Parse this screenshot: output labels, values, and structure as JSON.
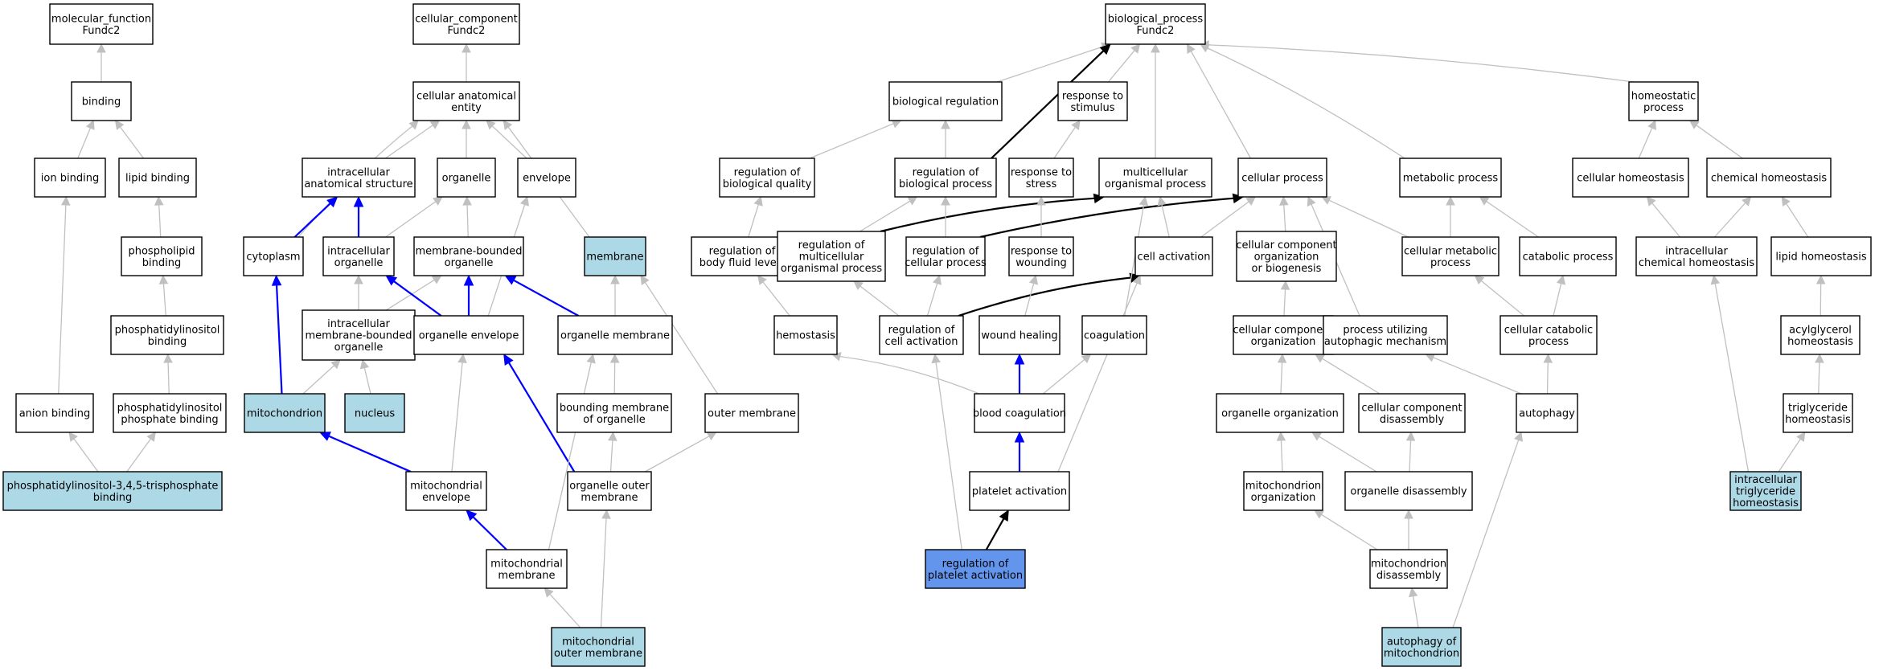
{
  "colors": {
    "default_fill": "#ffffff",
    "annotated_fill": "#add8e6",
    "focus_fill": "#6495ed",
    "is_a_edge": "#c0c0c0",
    "part_of_edge": "#0000ff",
    "regulates_edge": "#000000"
  },
  "nodes": [
    {
      "id": "mf",
      "lines": [
        "molecular_function",
        "Fundc2"
      ],
      "style": "default"
    },
    {
      "id": "binding",
      "lines": [
        "binding"
      ],
      "style": "default"
    },
    {
      "id": "ion_binding",
      "lines": [
        "ion binding"
      ],
      "style": "default"
    },
    {
      "id": "lipid_binding",
      "lines": [
        "lipid binding"
      ],
      "style": "default"
    },
    {
      "id": "phospholipid_binding",
      "lines": [
        "phospholipid",
        "binding"
      ],
      "style": "default"
    },
    {
      "id": "pi_binding",
      "lines": [
        "phosphatidylinositol",
        "binding"
      ],
      "style": "default"
    },
    {
      "id": "anion_binding",
      "lines": [
        "anion binding"
      ],
      "style": "default"
    },
    {
      "id": "pip_binding",
      "lines": [
        "phosphatidylinositol",
        "phosphate binding"
      ],
      "style": "default"
    },
    {
      "id": "pip3_binding",
      "lines": [
        "phosphatidylinositol-3,4,5-trisphosphate",
        "binding"
      ],
      "style": "annotated"
    },
    {
      "id": "cc",
      "lines": [
        "cellular_component",
        "Fundc2"
      ],
      "style": "default"
    },
    {
      "id": "cae",
      "lines": [
        "cellular anatomical",
        "entity"
      ],
      "style": "default"
    },
    {
      "id": "ias",
      "lines": [
        "intracellular",
        "anatomical structure"
      ],
      "style": "default"
    },
    {
      "id": "organelle",
      "lines": [
        "organelle"
      ],
      "style": "default"
    },
    {
      "id": "envelope",
      "lines": [
        "envelope"
      ],
      "style": "default"
    },
    {
      "id": "cytoplasm",
      "lines": [
        "cytoplasm"
      ],
      "style": "default"
    },
    {
      "id": "intra_org",
      "lines": [
        "intracellular",
        "organelle"
      ],
      "style": "default"
    },
    {
      "id": "mbo",
      "lines": [
        "membrane-bounded",
        "organelle"
      ],
      "style": "default"
    },
    {
      "id": "membrane",
      "lines": [
        "membrane"
      ],
      "style": "annotated"
    },
    {
      "id": "imbo",
      "lines": [
        "intracellular",
        "membrane-bounded",
        "organelle"
      ],
      "style": "default"
    },
    {
      "id": "org_env",
      "lines": [
        "organelle envelope"
      ],
      "style": "default"
    },
    {
      "id": "org_mem",
      "lines": [
        "organelle membrane"
      ],
      "style": "default"
    },
    {
      "id": "mitochondrion",
      "lines": [
        "mitochondrion"
      ],
      "style": "annotated"
    },
    {
      "id": "nucleus",
      "lines": [
        "nucleus"
      ],
      "style": "annotated"
    },
    {
      "id": "bmo",
      "lines": [
        "bounding membrane",
        "of organelle"
      ],
      "style": "default"
    },
    {
      "id": "outer_mem",
      "lines": [
        "outer membrane"
      ],
      "style": "default"
    },
    {
      "id": "mito_env",
      "lines": [
        "mitochondrial",
        "envelope"
      ],
      "style": "default"
    },
    {
      "id": "oom",
      "lines": [
        "organelle outer",
        "membrane"
      ],
      "style": "default"
    },
    {
      "id": "mito_mem",
      "lines": [
        "mitochondrial",
        "membrane"
      ],
      "style": "default"
    },
    {
      "id": "momem",
      "lines": [
        "mitochondrial",
        "outer membrane"
      ],
      "style": "annotated"
    },
    {
      "id": "bp",
      "lines": [
        "biological_process",
        "Fundc2"
      ],
      "style": "default"
    },
    {
      "id": "bio_reg",
      "lines": [
        "biological regulation"
      ],
      "style": "default"
    },
    {
      "id": "resp_stim",
      "lines": [
        "response to",
        "stimulus"
      ],
      "style": "default"
    },
    {
      "id": "homeo_proc",
      "lines": [
        "homeostatic",
        "process"
      ],
      "style": "default"
    },
    {
      "id": "reg_bq",
      "lines": [
        "regulation of",
        "biological quality"
      ],
      "style": "default"
    },
    {
      "id": "reg_bp",
      "lines": [
        "regulation of",
        "biological process"
      ],
      "style": "default"
    },
    {
      "id": "resp_stress",
      "lines": [
        "response to",
        "stress"
      ],
      "style": "default"
    },
    {
      "id": "multi_org",
      "lines": [
        "multicellular",
        "organismal process"
      ],
      "style": "default"
    },
    {
      "id": "cell_proc",
      "lines": [
        "cellular process"
      ],
      "style": "default"
    },
    {
      "id": "metab",
      "lines": [
        "metabolic process"
      ],
      "style": "default"
    },
    {
      "id": "cell_homeo",
      "lines": [
        "cellular homeostasis"
      ],
      "style": "default"
    },
    {
      "id": "chem_homeo",
      "lines": [
        "chemical homeostasis"
      ],
      "style": "default"
    },
    {
      "id": "reg_bfl",
      "lines": [
        "regulation of",
        "body fluid levels"
      ],
      "style": "default"
    },
    {
      "id": "reg_mop",
      "lines": [
        "regulation of",
        "multicellular",
        "organismal process"
      ],
      "style": "default"
    },
    {
      "id": "reg_cp",
      "lines": [
        "regulation of",
        "cellular process"
      ],
      "style": "default"
    },
    {
      "id": "resp_wound",
      "lines": [
        "response to",
        "wounding"
      ],
      "style": "default"
    },
    {
      "id": "cell_act",
      "lines": [
        "cell activation"
      ],
      "style": "default"
    },
    {
      "id": "ccob",
      "lines": [
        "cellular component",
        "organization",
        "or biogenesis"
      ],
      "style": "default"
    },
    {
      "id": "cell_metab",
      "lines": [
        "cellular metabolic",
        "process"
      ],
      "style": "default"
    },
    {
      "id": "catab",
      "lines": [
        "catabolic process"
      ],
      "style": "default"
    },
    {
      "id": "ich",
      "lines": [
        "intracellular",
        "chemical homeostasis"
      ],
      "style": "default"
    },
    {
      "id": "lipid_homeo",
      "lines": [
        "lipid homeostasis"
      ],
      "style": "default"
    },
    {
      "id": "hemostasis",
      "lines": [
        "hemostasis"
      ],
      "style": "default"
    },
    {
      "id": "reg_ca",
      "lines": [
        "regulation of",
        "cell activation"
      ],
      "style": "default"
    },
    {
      "id": "wound_heal",
      "lines": [
        "wound healing"
      ],
      "style": "default"
    },
    {
      "id": "coag",
      "lines": [
        "coagulation"
      ],
      "style": "default"
    },
    {
      "id": "cco",
      "lines": [
        "cellular component",
        "organization"
      ],
      "style": "default"
    },
    {
      "id": "puam",
      "lines": [
        "process utilizing",
        "autophagic mechanism"
      ],
      "style": "default"
    },
    {
      "id": "ccat",
      "lines": [
        "cellular catabolic",
        "process"
      ],
      "style": "default"
    },
    {
      "id": "acyl_homeo",
      "lines": [
        "acylglycerol",
        "homeostasis"
      ],
      "style": "default"
    },
    {
      "id": "blood_coag",
      "lines": [
        "blood coagulation"
      ],
      "style": "default"
    },
    {
      "id": "org_org",
      "lines": [
        "organelle organization"
      ],
      "style": "default"
    },
    {
      "id": "ccd",
      "lines": [
        "cellular component",
        "disassembly"
      ],
      "style": "default"
    },
    {
      "id": "autophagy",
      "lines": [
        "autophagy"
      ],
      "style": "default"
    },
    {
      "id": "tg_homeo",
      "lines": [
        "triglyceride",
        "homeostasis"
      ],
      "style": "default"
    },
    {
      "id": "plt_act",
      "lines": [
        "platelet activation"
      ],
      "style": "default"
    },
    {
      "id": "mito_org",
      "lines": [
        "mitochondrion",
        "organization"
      ],
      "style": "default"
    },
    {
      "id": "org_dis",
      "lines": [
        "organelle disassembly"
      ],
      "style": "default"
    },
    {
      "id": "itg_homeo",
      "lines": [
        "intracellular",
        "triglyceride",
        "homeostasis"
      ],
      "style": "annotated"
    },
    {
      "id": "reg_pa",
      "lines": [
        "regulation of",
        "platelet activation"
      ],
      "style": "focus"
    },
    {
      "id": "mito_dis",
      "lines": [
        "mitochondrion",
        "disassembly"
      ],
      "style": "default"
    },
    {
      "id": "autoph_mito",
      "lines": [
        "autophagy of",
        "mitochondrion"
      ],
      "style": "annotated"
    }
  ],
  "edges": [
    {
      "from": "binding",
      "to": "mf",
      "type": "is_a"
    },
    {
      "from": "ion_binding",
      "to": "binding",
      "type": "is_a"
    },
    {
      "from": "lipid_binding",
      "to": "binding",
      "type": "is_a"
    },
    {
      "from": "phospholipid_binding",
      "to": "lipid_binding",
      "type": "is_a"
    },
    {
      "from": "pi_binding",
      "to": "phospholipid_binding",
      "type": "is_a"
    },
    {
      "from": "anion_binding",
      "to": "ion_binding",
      "type": "is_a"
    },
    {
      "from": "pip_binding",
      "to": "pi_binding",
      "type": "is_a"
    },
    {
      "from": "pip3_binding",
      "to": "anion_binding",
      "type": "is_a"
    },
    {
      "from": "pip3_binding",
      "to": "pip_binding",
      "type": "is_a"
    },
    {
      "from": "cae",
      "to": "cc",
      "type": "is_a"
    },
    {
      "from": "ias",
      "to": "cae",
      "type": "is_a"
    },
    {
      "from": "organelle",
      "to": "cae",
      "type": "is_a"
    },
    {
      "from": "envelope",
      "to": "cae",
      "type": "is_a"
    },
    {
      "from": "cytoplasm",
      "to": "cae",
      "type": "is_a"
    },
    {
      "from": "membrane",
      "to": "cae",
      "type": "is_a"
    },
    {
      "from": "cytoplasm",
      "to": "ias",
      "type": "part_of"
    },
    {
      "from": "intra_org",
      "to": "ias",
      "type": "part_of"
    },
    {
      "from": "intra_org",
      "to": "organelle",
      "type": "is_a"
    },
    {
      "from": "mbo",
      "to": "organelle",
      "type": "is_a"
    },
    {
      "from": "imbo",
      "to": "intra_org",
      "type": "is_a"
    },
    {
      "from": "imbo",
      "to": "mbo",
      "type": "is_a"
    },
    {
      "from": "org_env",
      "to": "intra_org",
      "type": "part_of"
    },
    {
      "from": "org_env",
      "to": "mbo",
      "type": "part_of"
    },
    {
      "from": "org_env",
      "to": "envelope",
      "type": "is_a"
    },
    {
      "from": "org_mem",
      "to": "mbo",
      "type": "part_of"
    },
    {
      "from": "org_mem",
      "to": "membrane",
      "type": "is_a"
    },
    {
      "from": "mitochondrion",
      "to": "cytoplasm",
      "type": "part_of"
    },
    {
      "from": "mitochondrion",
      "to": "imbo",
      "type": "is_a"
    },
    {
      "from": "nucleus",
      "to": "imbo",
      "type": "is_a"
    },
    {
      "from": "bmo",
      "to": "org_mem",
      "type": "is_a"
    },
    {
      "from": "outer_mem",
      "to": "membrane",
      "type": "is_a"
    },
    {
      "from": "mito_env",
      "to": "mitochondrion",
      "type": "part_of"
    },
    {
      "from": "mito_env",
      "to": "org_env",
      "type": "is_a"
    },
    {
      "from": "oom",
      "to": "org_env",
      "type": "part_of"
    },
    {
      "from": "oom",
      "to": "bmo",
      "type": "is_a"
    },
    {
      "from": "oom",
      "to": "outer_mem",
      "type": "is_a"
    },
    {
      "from": "mito_mem",
      "to": "mito_env",
      "type": "part_of"
    },
    {
      "from": "mito_mem",
      "to": "org_mem",
      "type": "is_a"
    },
    {
      "from": "momem",
      "to": "mito_mem",
      "type": "is_a"
    },
    {
      "from": "momem",
      "to": "oom",
      "type": "is_a"
    },
    {
      "from": "bio_reg",
      "to": "bp",
      "type": "is_a"
    },
    {
      "from": "resp_stim",
      "to": "bp",
      "type": "is_a"
    },
    {
      "from": "multi_org",
      "to": "bp",
      "type": "is_a"
    },
    {
      "from": "cell_proc",
      "to": "bp",
      "type": "is_a"
    },
    {
      "from": "metab",
      "to": "bp",
      "type": "is_a"
    },
    {
      "from": "homeo_proc",
      "to": "bp",
      "type": "is_a"
    },
    {
      "from": "reg_bp",
      "to": "bp",
      "type": "regulates"
    },
    {
      "from": "reg_bq",
      "to": "bio_reg",
      "type": "is_a"
    },
    {
      "from": "reg_bp",
      "to": "bio_reg",
      "type": "is_a"
    },
    {
      "from": "resp_stress",
      "to": "resp_stim",
      "type": "is_a"
    },
    {
      "from": "cell_homeo",
      "to": "homeo_proc",
      "type": "is_a"
    },
    {
      "from": "chem_homeo",
      "to": "homeo_proc",
      "type": "is_a"
    },
    {
      "from": "reg_bfl",
      "to": "reg_bq",
      "type": "is_a"
    },
    {
      "from": "reg_mop",
      "to": "reg_bp",
      "type": "is_a"
    },
    {
      "from": "reg_mop",
      "to": "multi_org",
      "type": "regulates"
    },
    {
      "from": "reg_cp",
      "to": "reg_bp",
      "type": "is_a"
    },
    {
      "from": "reg_cp",
      "to": "cell_proc",
      "type": "regulates"
    },
    {
      "from": "resp_wound",
      "to": "resp_stress",
      "type": "is_a"
    },
    {
      "from": "cell_act",
      "to": "multi_org",
      "type": "is_a"
    },
    {
      "from": "cell_act",
      "to": "cell_proc",
      "type": "is_a"
    },
    {
      "from": "ccob",
      "to": "cell_proc",
      "type": "is_a"
    },
    {
      "from": "cell_metab",
      "to": "cell_proc",
      "type": "is_a"
    },
    {
      "from": "cell_metab",
      "to": "metab",
      "type": "is_a"
    },
    {
      "from": "catab",
      "to": "metab",
      "type": "is_a"
    },
    {
      "from": "ich",
      "to": "cell_homeo",
      "type": "is_a"
    },
    {
      "from": "ich",
      "to": "chem_homeo",
      "type": "is_a"
    },
    {
      "from": "lipid_homeo",
      "to": "chem_homeo",
      "type": "is_a"
    },
    {
      "from": "hemostasis",
      "to": "reg_bfl",
      "type": "is_a"
    },
    {
      "from": "reg_ca",
      "to": "reg_mop",
      "type": "is_a"
    },
    {
      "from": "reg_ca",
      "to": "reg_cp",
      "type": "is_a"
    },
    {
      "from": "reg_ca",
      "to": "cell_act",
      "type": "regulates"
    },
    {
      "from": "wound_heal",
      "to": "resp_wound",
      "type": "is_a"
    },
    {
      "from": "coag",
      "to": "multi_org",
      "type": "is_a"
    },
    {
      "from": "cco",
      "to": "ccob",
      "type": "is_a"
    },
    {
      "from": "puam",
      "to": "cell_proc",
      "type": "is_a"
    },
    {
      "from": "ccat",
      "to": "cell_metab",
      "type": "is_a"
    },
    {
      "from": "ccat",
      "to": "catab",
      "type": "is_a"
    },
    {
      "from": "acyl_homeo",
      "to": "lipid_homeo",
      "type": "is_a"
    },
    {
      "from": "blood_coag",
      "to": "hemostasis",
      "type": "is_a"
    },
    {
      "from": "blood_coag",
      "to": "wound_heal",
      "type": "part_of"
    },
    {
      "from": "blood_coag",
      "to": "coag",
      "type": "is_a"
    },
    {
      "from": "org_org",
      "to": "cco",
      "type": "is_a"
    },
    {
      "from": "ccd",
      "to": "cco",
      "type": "is_a"
    },
    {
      "from": "autophagy",
      "to": "puam",
      "type": "is_a"
    },
    {
      "from": "autophagy",
      "to": "ccat",
      "type": "is_a"
    },
    {
      "from": "tg_homeo",
      "to": "acyl_homeo",
      "type": "is_a"
    },
    {
      "from": "plt_act",
      "to": "blood_coag",
      "type": "part_of"
    },
    {
      "from": "plt_act",
      "to": "cell_act",
      "type": "is_a"
    },
    {
      "from": "mito_org",
      "to": "org_org",
      "type": "is_a"
    },
    {
      "from": "org_dis",
      "to": "org_org",
      "type": "is_a"
    },
    {
      "from": "org_dis",
      "to": "ccd",
      "type": "is_a"
    },
    {
      "from": "itg_homeo",
      "to": "ich",
      "type": "is_a"
    },
    {
      "from": "itg_homeo",
      "to": "tg_homeo",
      "type": "is_a"
    },
    {
      "from": "reg_pa",
      "to": "reg_ca",
      "type": "is_a"
    },
    {
      "from": "reg_pa",
      "to": "plt_act",
      "type": "regulates"
    },
    {
      "from": "mito_dis",
      "to": "mito_org",
      "type": "is_a"
    },
    {
      "from": "mito_dis",
      "to": "org_dis",
      "type": "is_a"
    },
    {
      "from": "autoph_mito",
      "to": "mito_dis",
      "type": "is_a"
    },
    {
      "from": "autoph_mito",
      "to": "autophagy",
      "type": "is_a"
    }
  ]
}
